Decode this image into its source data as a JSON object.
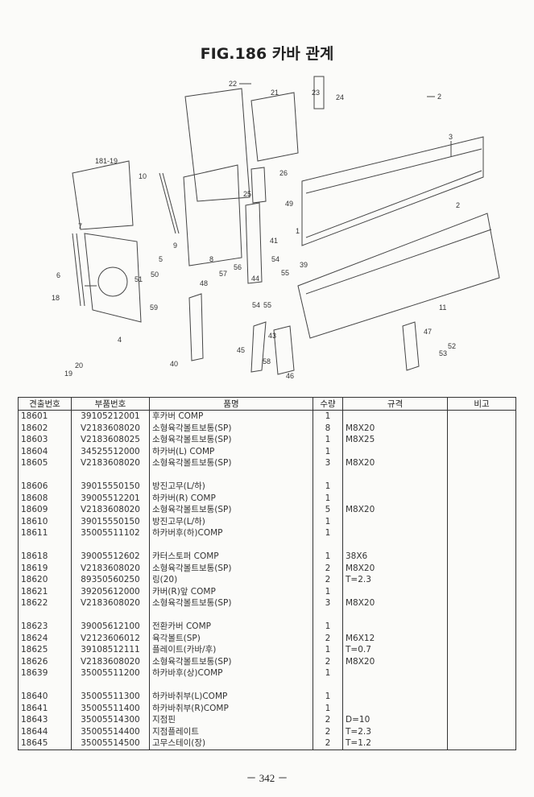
{
  "title": "FIG.186 카바 관계",
  "callouts": [
    "22",
    "21",
    "23",
    "24",
    "2",
    "3",
    "2",
    "181-19",
    "10",
    "26",
    "25",
    "49",
    "1",
    "7",
    "41",
    "9",
    "5",
    "8",
    "56",
    "54",
    "39",
    "6",
    "50",
    "51",
    "57",
    "44",
    "55",
    "18",
    "59",
    "48",
    "54",
    "55",
    "11",
    "4",
    "43",
    "47",
    "52",
    "53",
    "45",
    "58",
    "40",
    "46",
    "19",
    "20"
  ],
  "table": {
    "headers": [
      "견출번호",
      "부품번호",
      "품명",
      "수량",
      "규격",
      "비고"
    ],
    "rows": [
      [
        "18601",
        "39105212001",
        "후카버 COMP",
        "1",
        "",
        ""
      ],
      [
        "18602",
        "V2183608020",
        "소형육각볼트보통(SP)",
        "8",
        "M8X20",
        ""
      ],
      [
        "18603",
        "V2183608025",
        "소형육각볼트보통(SP)",
        "1",
        "M8X25",
        ""
      ],
      [
        "18604",
        "34525512000",
        "하카버(L)  COMP",
        "1",
        "",
        ""
      ],
      [
        "18605",
        "V2183608020",
        "소형육각볼트보통(SP)",
        "3",
        "M8X20",
        ""
      ],
      [
        "",
        "",
        "",
        "",
        "",
        ""
      ],
      [
        "18606",
        "39015550150",
        "방진고무(L/하)",
        "1",
        "",
        ""
      ],
      [
        "18608",
        "39005512201",
        "하카버(R)  COMP",
        "1",
        "",
        ""
      ],
      [
        "18609",
        "V2183608020",
        "소형육각볼트보통(SP)",
        "5",
        "M8X20",
        ""
      ],
      [
        "18610",
        "39015550150",
        "방진고무(L/하)",
        "1",
        "",
        ""
      ],
      [
        "18611",
        "35005511102",
        "하카버후(하)COMP",
        "1",
        "",
        ""
      ],
      [
        "",
        "",
        "",
        "",
        "",
        ""
      ],
      [
        "18618",
        "39005512602",
        "카터스토퍼 COMP",
        "1",
        "38X6",
        ""
      ],
      [
        "18619",
        "V2183608020",
        "소형육각볼트보통(SP)",
        "2",
        "M8X20",
        ""
      ],
      [
        "18620",
        "89350560250",
        "링(20)",
        "2",
        "T=2.3",
        ""
      ],
      [
        "18621",
        "39205612000",
        "카버(R)앞 COMP",
        "1",
        "",
        ""
      ],
      [
        "18622",
        "V2183608020",
        "소형육각볼트보통(SP)",
        "3",
        "M8X20",
        ""
      ],
      [
        "",
        "",
        "",
        "",
        "",
        ""
      ],
      [
        "18623",
        "39005612100",
        "전환카버 COMP",
        "1",
        "",
        ""
      ],
      [
        "18624",
        "V2123606012",
        "육각볼트(SP)",
        "2",
        "M6X12",
        ""
      ],
      [
        "18625",
        "39108512111",
        "플레이트(카바/후)",
        "1",
        "T=0.7",
        ""
      ],
      [
        "18626",
        "V2183608020",
        "소형육각볼트보통(SP)",
        "2",
        "M8X20",
        ""
      ],
      [
        "18639",
        "35005511200",
        "하카바후(상)COMP",
        "1",
        "",
        ""
      ],
      [
        "",
        "",
        "",
        "",
        "",
        ""
      ],
      [
        "18640",
        "35005511300",
        "하카바취부(L)COMP",
        "1",
        "",
        ""
      ],
      [
        "18641",
        "35005511400",
        "하카바취부(R)COMP",
        "1",
        "",
        ""
      ],
      [
        "18643",
        "35005514300",
        "지점핀",
        "2",
        "D=10",
        ""
      ],
      [
        "18644",
        "35005514400",
        "지점플레이트",
        "2",
        "T=2.3",
        ""
      ],
      [
        "18645",
        "35005514500",
        "고무스테이(장)",
        "2",
        "T=1.2",
        ""
      ]
    ]
  },
  "page_number": "－ 342 －"
}
